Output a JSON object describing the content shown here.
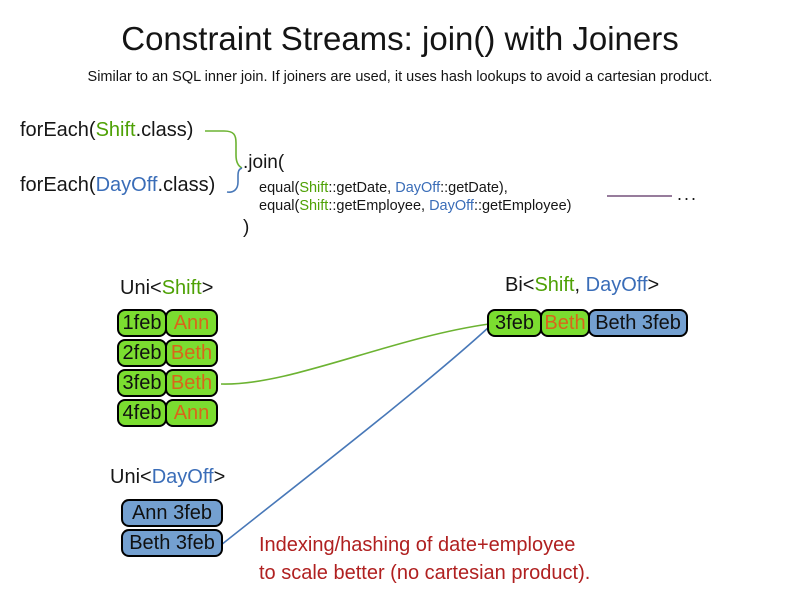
{
  "slide": {
    "title": "Constraint Streams: join() with Joiners",
    "subtitle": "Similar to an SQL inner join. If joiners are used, it uses hash lookups to avoid a cartesian product."
  },
  "code": {
    "foreach_shift": {
      "pre": "forEach(",
      "hl": "Shift",
      "post": ".class)"
    },
    "foreach_dayoff": {
      "pre": "forEach(",
      "hl": "DayOff",
      "post": ".class)"
    },
    "join_open": ".join(",
    "equal_date": {
      "pre": "equal(",
      "shift": "Shift",
      "mid": "::getDate, ",
      "dayoff": "DayOff",
      "post": "::getDate),"
    },
    "equal_employee": {
      "pre": "equal(",
      "shift": "Shift",
      "mid": "::getEmployee, ",
      "dayoff": "DayOff",
      "post": "::getEmployee)"
    },
    "join_close": ")",
    "ellipsis": "..."
  },
  "uni_shift": {
    "label_prefix": "Uni<",
    "label_type": "Shift",
    "label_suffix": ">",
    "rows": [
      {
        "date": "1feb",
        "employee": "Ann"
      },
      {
        "date": "2feb",
        "employee": "Beth"
      },
      {
        "date": "3feb",
        "employee": "Beth"
      },
      {
        "date": "4feb",
        "employee": "Ann"
      }
    ]
  },
  "bi": {
    "label_prefix": "Bi<",
    "label_type1": "Shift",
    "label_sep": ", ",
    "label_type2": "DayOff",
    "label_suffix": ">",
    "row": {
      "date": "3feb",
      "employee": "Beth",
      "dayoff": "Beth 3feb"
    }
  },
  "uni_dayoff": {
    "label_prefix": "Uni<",
    "label_type": "DayOff",
    "label_suffix": ">",
    "rows": [
      "Ann 3feb",
      "Beth 3feb"
    ]
  },
  "annotation": {
    "line1": "Indexing/hashing of date+employee",
    "line2": "to scale better (no cartesian product)."
  },
  "colors": {
    "shift_green_text": "#4ea105",
    "dayoff_blue_text": "#3a6db8",
    "employee_orange_text": "#d9661a",
    "green_box_fill": "#7bdd30",
    "blue_box_fill": "#74a0d0",
    "annotation_red": "#b02020",
    "connector_green": "#6cb332",
    "connector_blue": "#4878b8",
    "connector_purple": "#75507b"
  }
}
